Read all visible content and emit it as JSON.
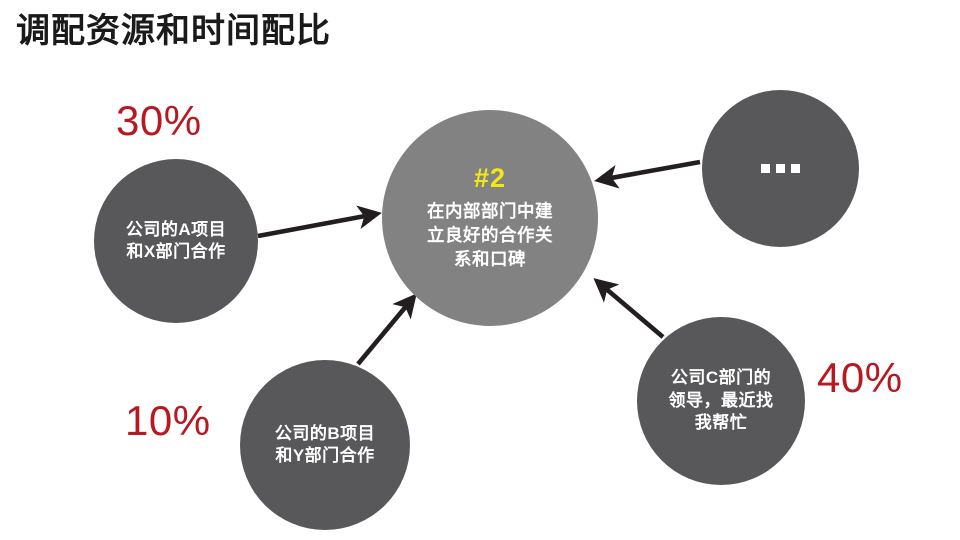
{
  "slide": {
    "title": "调配资源和时间配比",
    "background_color": "#ffffff",
    "satellite_color": "#58585a",
    "center_color": "#828282",
    "accent_color": "#b61921",
    "badge_color": "#f2e818"
  },
  "center_node": {
    "badge": "#2",
    "label": "在内部部门中建\n立良好的合作关\n系和口碑"
  },
  "nodes": [
    {
      "id": "a",
      "label": "公司的A项目\n和X部门合作"
    },
    {
      "id": "b",
      "label": "公司的B项目\n和Y部门合作"
    },
    {
      "id": "c",
      "label": "公司C部门的\n领导，最近找\n我帮忙"
    },
    {
      "id": "etc",
      "label": "..."
    }
  ],
  "percentages": [
    {
      "id": "p30",
      "value": "30%"
    },
    {
      "id": "p10",
      "value": "10%"
    },
    {
      "id": "p40",
      "value": "40%"
    }
  ],
  "arrows": [
    {
      "id": "a-to-center",
      "from": "node-a",
      "to": "center_node",
      "direction": "right"
    },
    {
      "id": "b-to-center",
      "from": "node-b",
      "to": "center_node",
      "direction": "up-right"
    },
    {
      "id": "c-to-center",
      "from": "node-c",
      "to": "center_node",
      "direction": "up-left"
    },
    {
      "id": "etc-to-center",
      "from": "node-etc",
      "to": "center_node",
      "direction": "left"
    }
  ]
}
